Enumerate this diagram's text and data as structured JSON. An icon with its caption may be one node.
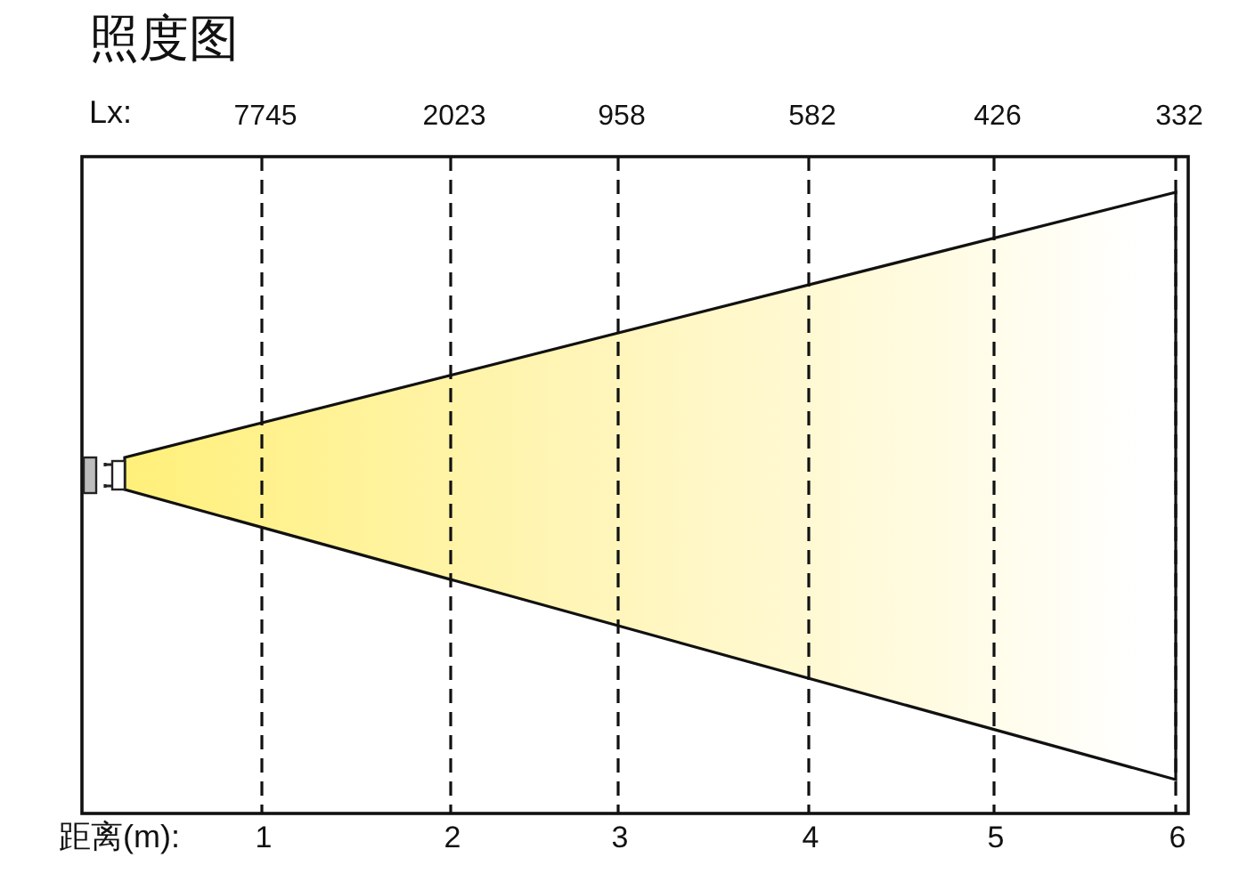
{
  "diagram": {
    "title": "照度图",
    "labels": [
      "Lx:",
      "7745",
      "2023",
      "958",
      "582",
      "426",
      "332",
      "距离(m):",
      "1",
      "2",
      "3",
      "4",
      "5",
      "6"
    ]
  }
}
